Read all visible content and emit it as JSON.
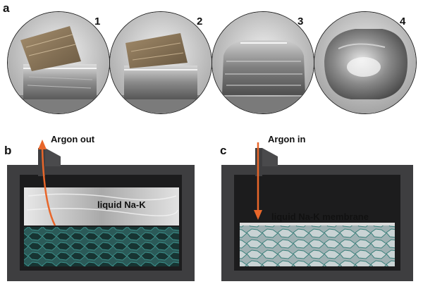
{
  "panels": {
    "a": {
      "letter": "a",
      "photos": [
        {
          "number": "1"
        },
        {
          "number": "2"
        },
        {
          "number": "3"
        },
        {
          "number": "4"
        }
      ]
    },
    "b": {
      "letter": "b",
      "flow_label": "Argon out",
      "layer_label": "liquid Na-K"
    },
    "c": {
      "letter": "c",
      "flow_label": "Argon in",
      "layer_label": "liquid Na-K membrane"
    }
  },
  "colors": {
    "arrow": "#e8662a",
    "container": "#3e3e40",
    "foam": "#2d6d6a"
  }
}
